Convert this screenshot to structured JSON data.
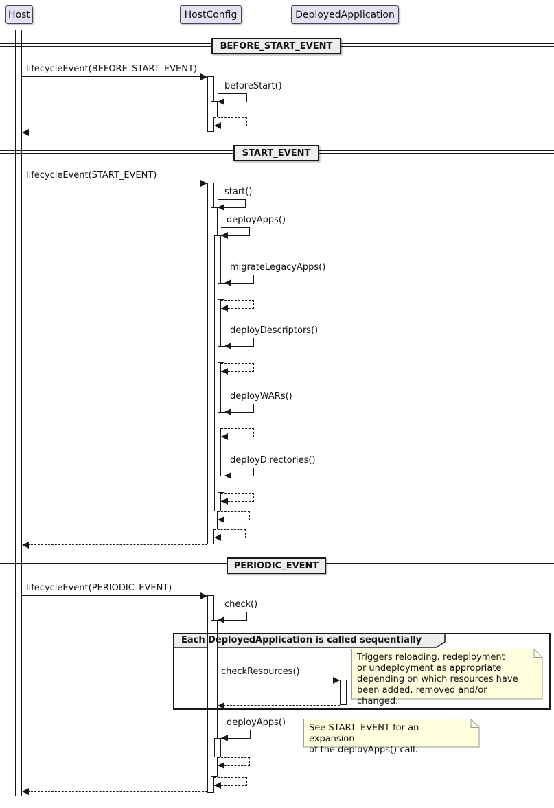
{
  "participants": [
    {
      "name": "Host"
    },
    {
      "name": "HostConfig"
    },
    {
      "name": "DeployedApplication"
    }
  ],
  "dividers": [
    {
      "label": "BEFORE_START_EVENT"
    },
    {
      "label": "START_EVENT"
    },
    {
      "label": "PERIODIC_EVENT"
    }
  ],
  "messages": {
    "lifecycle_before_start": "lifecycleEvent(BEFORE_START_EVENT)",
    "before_start": "beforeStart()",
    "lifecycle_start": "lifecycleEvent(START_EVENT)",
    "start": "start()",
    "deploy_apps": "deployApps()",
    "migrate_legacy_apps": "migrateLegacyApps()",
    "deploy_descriptors": "deployDescriptors()",
    "deploy_wars": "deployWARs()",
    "deploy_directories": "deployDirectories()",
    "lifecycle_periodic": "lifecycleEvent(PERIODIC_EVENT)",
    "check": "check()",
    "check_resources": "checkResources()",
    "deploy_apps_periodic": "deployApps()"
  },
  "group": {
    "label": "Each DeployedApplication is called sequentially"
  },
  "notes": {
    "check_resources": "Triggers reloading, redeployment\nor undeployment as appropriate\ndepending on which resources have\nbeen added, removed and/or changed.",
    "deploy_apps": "See START_EVENT for an expansion\nof the deployApps() call."
  },
  "colors": {
    "participant_fill": "#E2E2F0",
    "divider_fill": "#EEEEEE",
    "group_header_fill": "#EEEEEE",
    "note_fill": "#FEFFDD",
    "note_border": "#999999",
    "line": "#181818",
    "lifeline": "#999999",
    "activation_fill": "#FFFFFF"
  }
}
